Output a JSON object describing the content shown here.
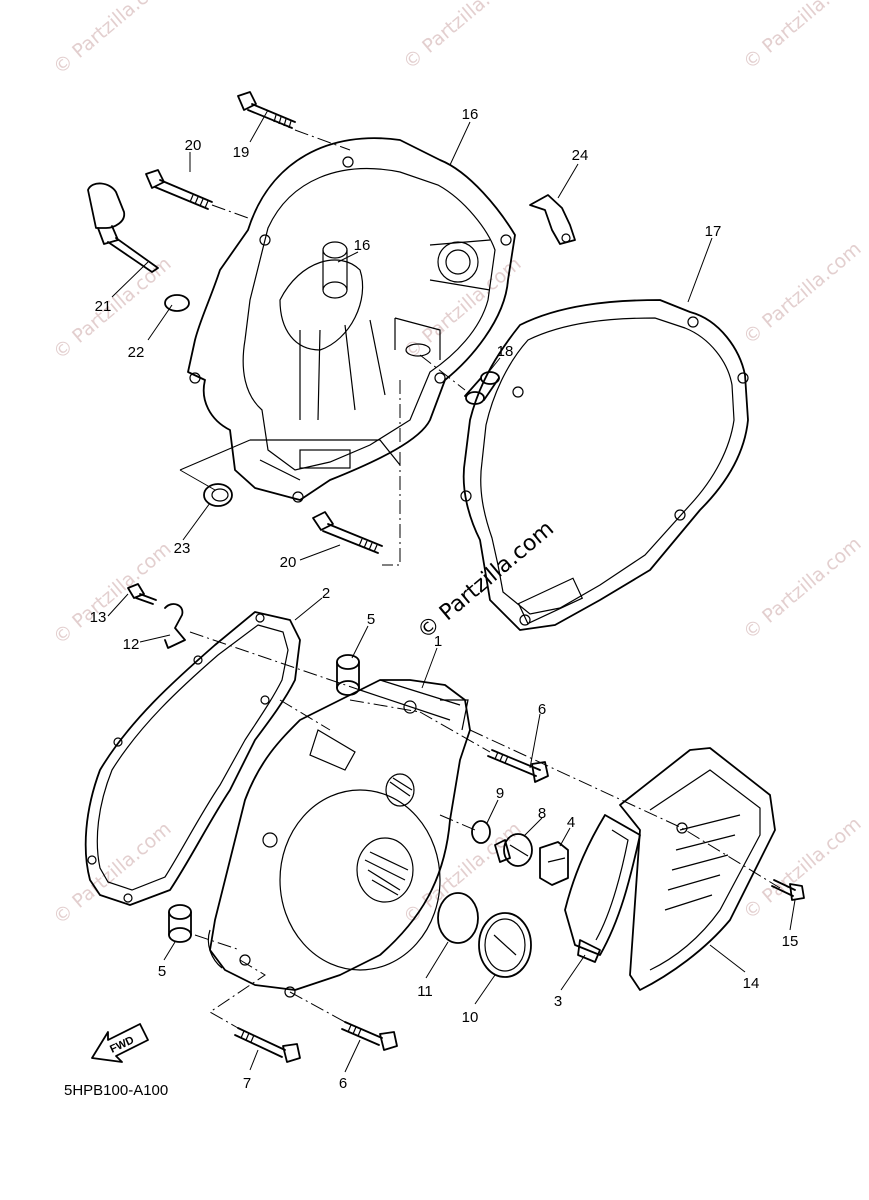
{
  "watermark": {
    "text": "© Partzilla.com",
    "center_text": "© Partzilla.com",
    "tile_color": "#e3cfcf"
  },
  "diagram": {
    "code": "5HPB100-A100",
    "fwd_label": "FWD",
    "callouts": {
      "c1": "1",
      "c2": "2",
      "c3": "3",
      "c4": "4",
      "c5a": "5",
      "c5b": "5",
      "c6a": "6",
      "c6b": "6",
      "c7": "7",
      "c8": "8",
      "c9": "9",
      "c10": "10",
      "c11": "11",
      "c12": "12",
      "c13": "13",
      "c14": "14",
      "c15": "15",
      "c16a": "16",
      "c16b": "16",
      "c17": "17",
      "c18": "18",
      "c19": "19",
      "c20a": "20",
      "c20b": "20",
      "c21": "21",
      "c22": "22",
      "c23": "23",
      "c24": "24"
    }
  }
}
